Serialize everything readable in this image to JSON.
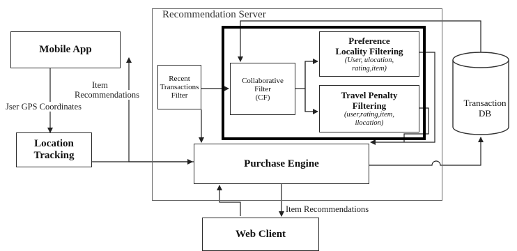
{
  "server": {
    "title": "Recommendation Server"
  },
  "nodes": {
    "mobile_app": {
      "label": "Mobile App"
    },
    "location_tracking": {
      "line1": "Location",
      "line2": "Tracking"
    },
    "recent_filter": {
      "line1": "Recent",
      "line2": "Transactions",
      "line3": "Filter"
    },
    "cf": {
      "line1": "Collaborative",
      "line2": "Filter",
      "line3": "(CF)"
    },
    "preference": {
      "line1": "Preference",
      "line2": "Locality Filtering",
      "params1": "(User, ulocation,",
      "params2": "rating,item)"
    },
    "travel": {
      "line1": "Travel Penalty",
      "line2": "Filtering",
      "params1": "(user,rating,item,",
      "params2": "ilocation)"
    },
    "purchase": {
      "label": "Purchase Engine"
    },
    "web_client": {
      "label": "Web Client"
    },
    "db": {
      "line1": "Transaction",
      "line2": "DB"
    }
  },
  "edge_labels": {
    "gps": "Jser GPS Coordinates",
    "item_rec_left_1": "Item",
    "item_rec_left_2": "Recommendations",
    "item_rec_bottom": "Item Recommendations"
  }
}
